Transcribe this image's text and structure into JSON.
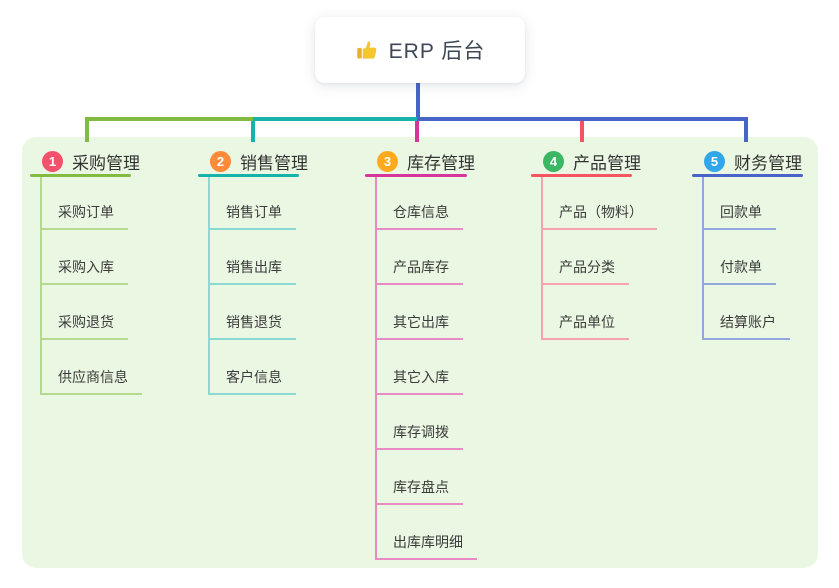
{
  "root": {
    "title": "ERP 后台",
    "icon": "thumbs-up"
  },
  "branches": [
    {
      "num": "1",
      "title": "采购管理",
      "badge_color": "#f4516c",
      "line_color": "#82bb41",
      "sub_line_color": "#b5d98f",
      "items": [
        "采购订单",
        "采购入库",
        "采购退货",
        "供应商信息"
      ]
    },
    {
      "num": "2",
      "title": "销售管理",
      "badge_color": "#ff8a3a",
      "line_color": "#17b3ab",
      "sub_line_color": "#8cd9d3",
      "items": [
        "销售订单",
        "销售出库",
        "销售退货",
        "客户信息"
      ]
    },
    {
      "num": "3",
      "title": "库存管理",
      "badge_color": "#ffaa1e",
      "line_color": "#d6359c",
      "sub_line_color": "#ea8ac5",
      "items": [
        "仓库信息",
        "产品库存",
        "其它出库",
        "其它入库",
        "库存调拨",
        "库存盘点",
        "出库库明细"
      ]
    },
    {
      "num": "4",
      "title": "产品管理",
      "badge_color": "#3bb764",
      "line_color": "#f45560",
      "sub_line_color": "#f9a2af",
      "items": [
        "产品（物料）",
        "产品分类",
        "产品单位"
      ]
    },
    {
      "num": "5",
      "title": "财务管理",
      "badge_color": "#2fa7e9",
      "line_color": "#4a63c8",
      "sub_line_color": "#93a7dc",
      "items": [
        "回款单",
        "付款单",
        "结算账户"
      ]
    }
  ],
  "colors": {
    "root_line": "#4a63c8",
    "panel_bg": "#eaf7e3",
    "root_text": "#3d4756",
    "thumb_yellow": "#f6c62d",
    "thumb_cuff": "#eab22a"
  }
}
